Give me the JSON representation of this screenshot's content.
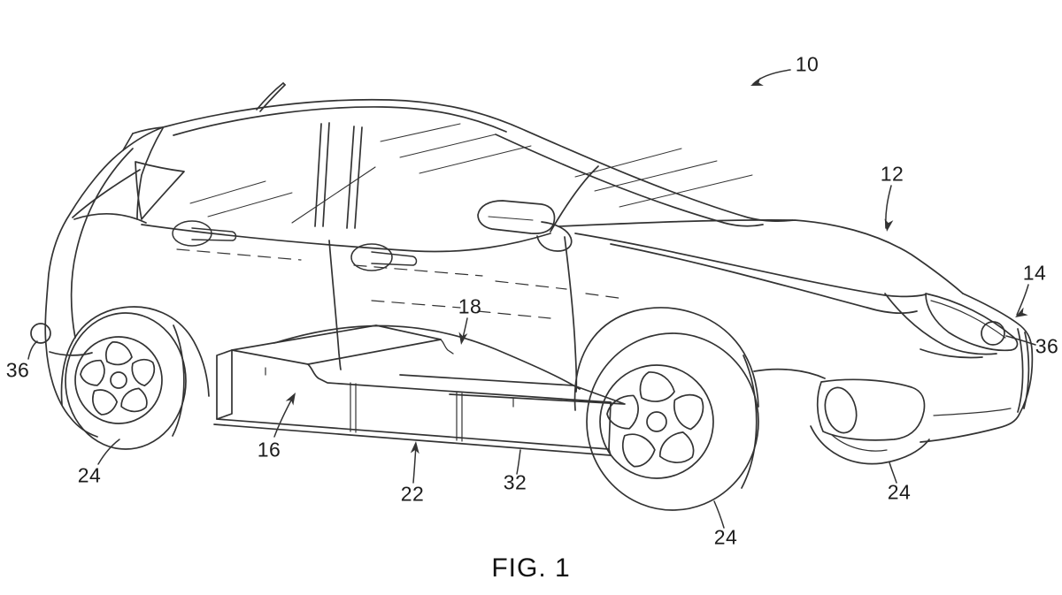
{
  "figure": {
    "caption": "FIG. 1"
  },
  "colors": {
    "background": "#ffffff",
    "line": "#333333",
    "text": "#1c1c1c"
  },
  "reference_numerals": [
    {
      "key": "10",
      "text": "10"
    },
    {
      "key": "12",
      "text": "12"
    },
    {
      "key": "14",
      "text": "14"
    },
    {
      "key": "36-front",
      "text": "36"
    },
    {
      "key": "18",
      "text": "18"
    },
    {
      "key": "16",
      "text": "16"
    },
    {
      "key": "22",
      "text": "22"
    },
    {
      "key": "32",
      "text": "32"
    },
    {
      "key": "36-rear",
      "text": "36"
    },
    {
      "key": "24-rear",
      "text": "24"
    },
    {
      "key": "24-front",
      "text": "24"
    },
    {
      "key": "24-far",
      "text": "24"
    }
  ]
}
